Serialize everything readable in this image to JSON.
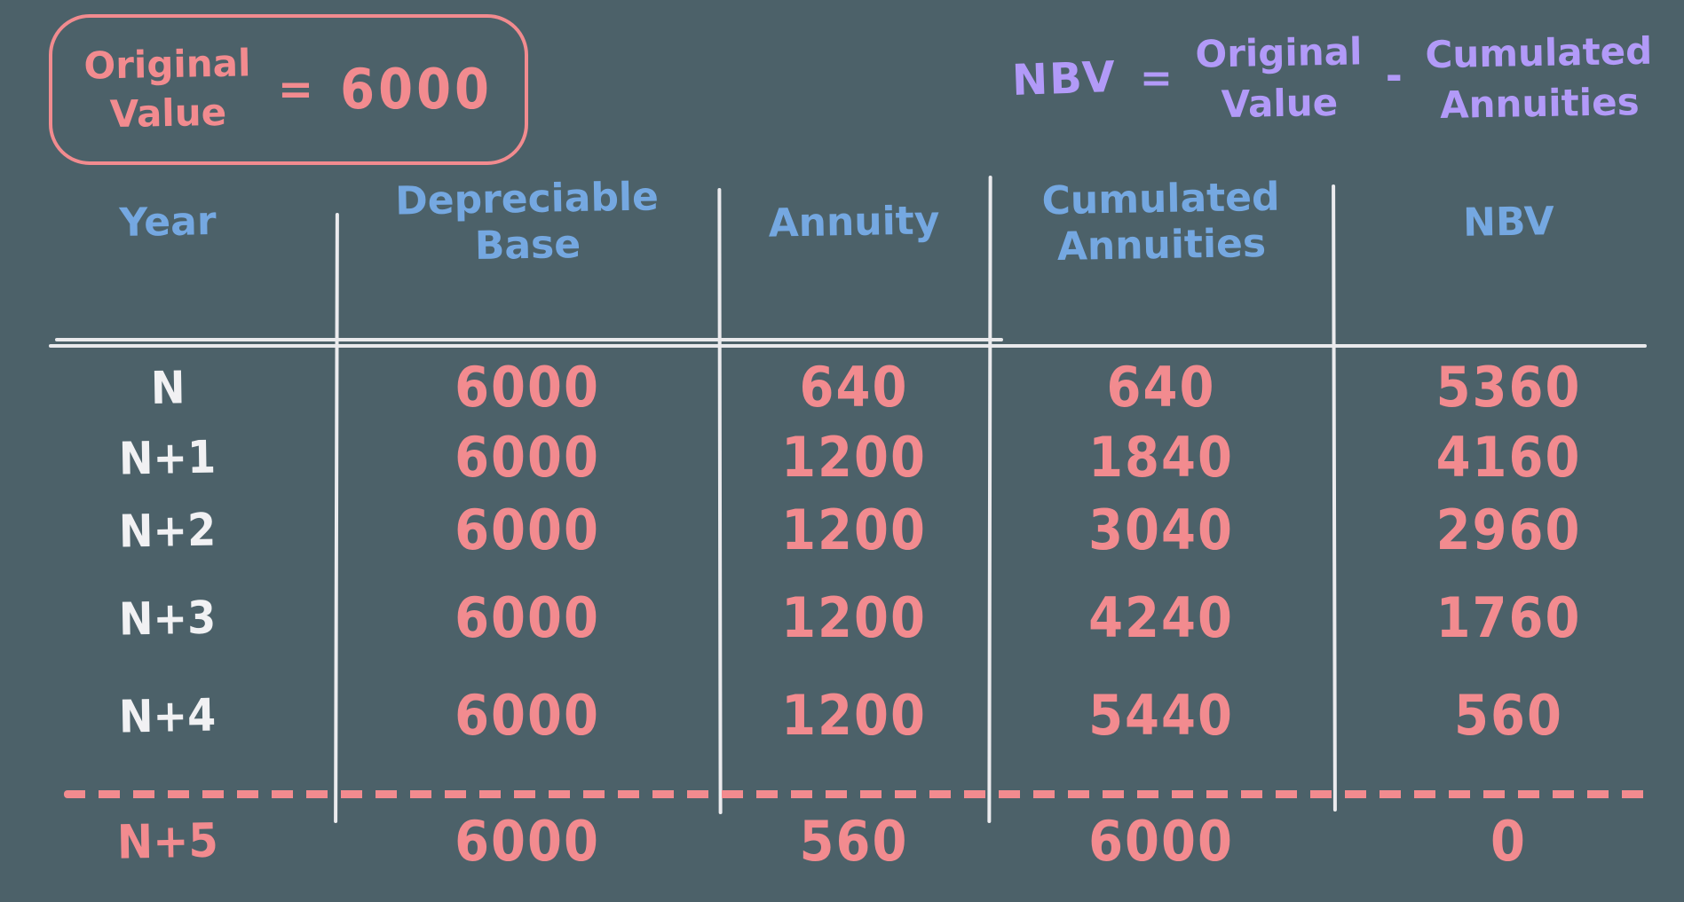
{
  "colors": {
    "background": "#4c6169",
    "salmon": "#f28b8f",
    "blue": "#75a8e1",
    "purple": "#b29af8",
    "white": "#f1f1f3"
  },
  "original_value_box": {
    "label": "Original\nValue",
    "equals": "=",
    "value": "6000"
  },
  "formula": {
    "result": "NBV",
    "equals": "=",
    "term1": "Original\nValue",
    "operator": "-",
    "term2": "Cumulated\nAnnuities"
  },
  "table": {
    "headers": [
      "Year",
      "Depreciable\nBase",
      "Annuity",
      "Cumulated\nAnnuities",
      "NBV"
    ],
    "rows": [
      {
        "year": "N",
        "values": [
          "6000",
          "640",
          "640",
          "5360"
        ]
      },
      {
        "year": "N+1",
        "values": [
          "6000",
          "1200",
          "1840",
          "4160"
        ]
      },
      {
        "year": "N+2",
        "values": [
          "6000",
          "1200",
          "3040",
          "2960"
        ]
      },
      {
        "year": "N+3",
        "values": [
          "6000",
          "1200",
          "4240",
          "1760"
        ]
      },
      {
        "year": "N+4",
        "values": [
          "6000",
          "1200",
          "5440",
          "560"
        ]
      },
      {
        "year": "N+5",
        "values": [
          "6000",
          "560",
          "6000",
          "0"
        ],
        "separated": true
      }
    ]
  }
}
